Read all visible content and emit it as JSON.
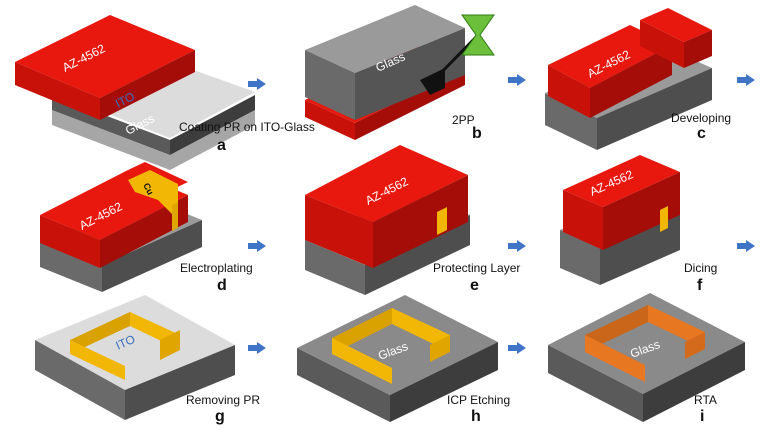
{
  "steps": [
    {
      "letter": "a",
      "caption": "Coating PR on ITO-Glass",
      "labels": {
        "pr": "AZ-4562",
        "ito": "ITO",
        "glass": "Glass"
      }
    },
    {
      "letter": "b",
      "caption": "2PP",
      "labels": {
        "glass": "Glass"
      }
    },
    {
      "letter": "c",
      "caption": "Developing",
      "labels": {
        "pr": "AZ-4562"
      }
    },
    {
      "letter": "d",
      "caption": "Electroplating",
      "labels": {
        "pr": "AZ-4562",
        "metal": "Cu"
      }
    },
    {
      "letter": "e",
      "caption": "Protecting Layer",
      "labels": {
        "pr": "AZ-4562"
      }
    },
    {
      "letter": "f",
      "caption": "Dicing",
      "labels": {
        "pr": "AZ-4562"
      }
    },
    {
      "letter": "g",
      "caption": "Removing PR",
      "labels": {
        "ito": "ITO"
      }
    },
    {
      "letter": "h",
      "caption": "ICP Etching",
      "labels": {
        "glass": "Glass"
      }
    },
    {
      "letter": "i",
      "caption": "RTA",
      "labels": {
        "glass": "Glass"
      }
    }
  ],
  "colors": {
    "photoresist": "#e8180f",
    "photoresist_dark": "#b50f0a",
    "glass_top": "#8a8a8a",
    "glass_side": "#4e4e4e",
    "ito": "#dcdcdc",
    "gold": "#f2b705",
    "copper_annealed": "#e87722",
    "arrow": "#3f74c6",
    "laser": "#6cbf3a"
  }
}
